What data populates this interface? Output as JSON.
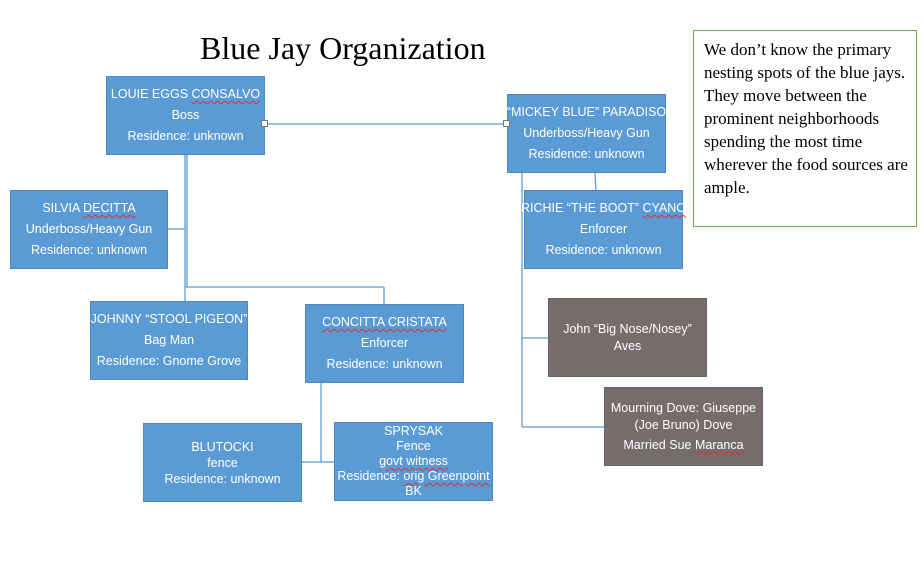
{
  "title": "Blue Jay Organization",
  "note": "We don’t know the primary nesting spots of the blue jays. They move between the prominent neighborhoods spending the most time wherever the food sources are ample.",
  "colors": {
    "box_blue": "#5b9bd5",
    "box_gray": "#756c6c",
    "connector": "#5b9bd5",
    "note_border": "#70ad47",
    "spellcheck": "#e03030"
  },
  "nodes": {
    "louie": {
      "name_a": "LOUIE EGGS ",
      "name_b": "CONSALVO",
      "role": "Boss",
      "residence": "Residence: unknown"
    },
    "mickey": {
      "name": "“MICKEY BLUE” PARADISO",
      "role": "Underboss/Heavy Gun",
      "residence": "Residence: unknown"
    },
    "silvia": {
      "name_a": "SILVIA ",
      "name_b": "DECITTA",
      "role": "Underboss/Heavy Gun",
      "residence": "Residence: unknown"
    },
    "richie": {
      "name_a": "RICHIE “THE BOOT” ",
      "name_b": "CYANO",
      "role": "Enforcer",
      "residence": "Residence: unknown"
    },
    "johnny": {
      "name": "JOHNNY “STOOL PIGEON”",
      "role": "Bag Man",
      "residence": "Residence: Gnome Grove"
    },
    "concitta": {
      "name": "CONCITTA CRISTATA",
      "role": "Enforcer",
      "residence": "Residence: unknown"
    },
    "john": {
      "line1": "John “Big Nose/Nosey”",
      "line2": "Aves"
    },
    "mourning": {
      "line1": "Mourning Dove: Giuseppe",
      "line2": "(Joe Bruno) Dove",
      "line3_a": "Married Sue ",
      "line3_b": "Maranca"
    },
    "blutocki": {
      "name": "BLUTOCKI",
      "role": "fence",
      "residence": "Residence: unknown"
    },
    "sprysak": {
      "name": "SPRYSAK",
      "role": "Fence",
      "witness": "govt witness",
      "residence_a": "Residence: ",
      "residence_b": "orig Greenpoint",
      "residence_c": "BK"
    }
  }
}
